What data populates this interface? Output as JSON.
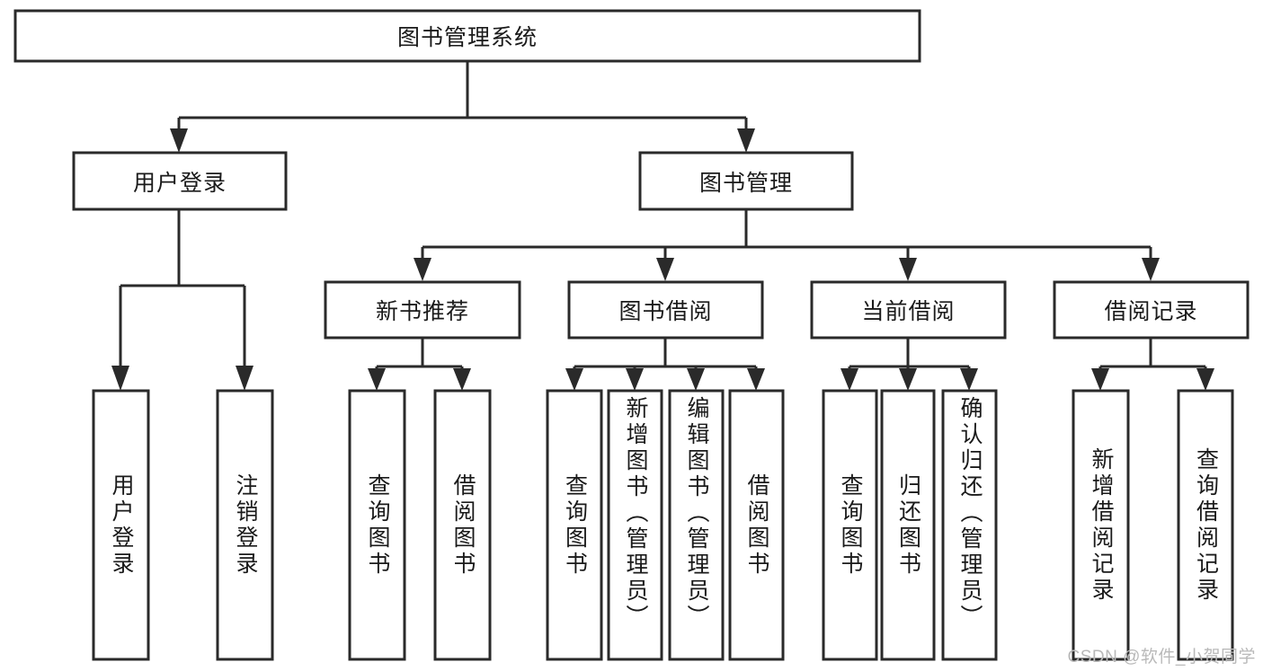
{
  "diagram": {
    "type": "tree-hierarchy-diagram",
    "title_node": "图书管理系统",
    "colors": {
      "box_stroke": "#2a2a2a",
      "box_fill": "#ffffff",
      "line": "#2a2a2a",
      "text": "#1a1a1a",
      "background": "#ffffff",
      "watermark": "#b9b9b9"
    },
    "levels": {
      "root": {
        "label": "图书管理系统"
      },
      "level2": [
        {
          "label": "用户登录"
        },
        {
          "label": "图书管理"
        }
      ],
      "level3": [
        {
          "label": "新书推荐"
        },
        {
          "label": "图书借阅"
        },
        {
          "label": "当前借阅"
        },
        {
          "label": "借阅记录"
        }
      ],
      "leaves_user_login": [
        {
          "label": "用户登录"
        },
        {
          "label": "注销登录"
        }
      ],
      "leaves_new_book": [
        {
          "label": "查询图书"
        },
        {
          "label": "借阅图书"
        }
      ],
      "leaves_borrow": [
        {
          "label": "查询图书"
        },
        {
          "label": "新增图书（管理员）"
        },
        {
          "label": "编辑图书（管理员）"
        },
        {
          "label": "借阅图书"
        }
      ],
      "leaves_current": [
        {
          "label": "查询图书"
        },
        {
          "label": "归还图书"
        },
        {
          "label": "确认归还（管理员）"
        }
      ],
      "leaves_records": [
        {
          "label": "新增借阅记录"
        },
        {
          "label": "查询借阅记录"
        }
      ]
    },
    "watermark": "CSDN @软件_小贺同学"
  }
}
